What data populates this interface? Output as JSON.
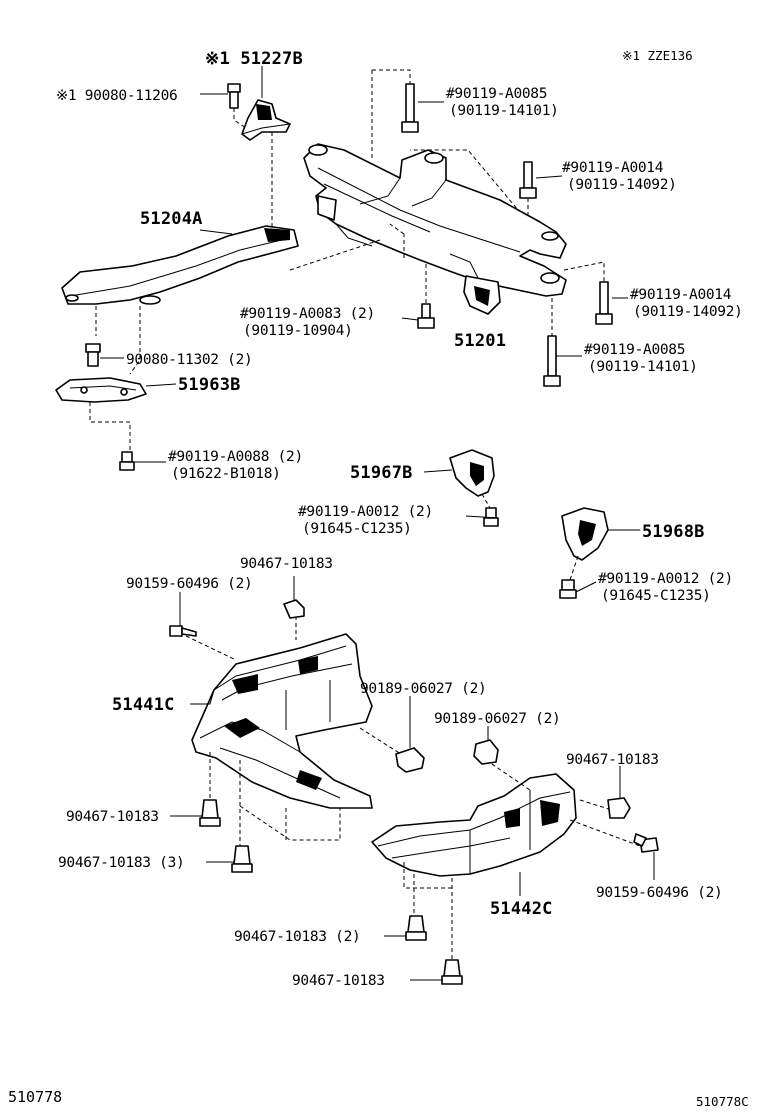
{
  "diagram": {
    "note_top_right": "※1 ZZE136",
    "labels": {
      "p51227B": "※1 51227B",
      "p90080_11206": "※1 90080-11206",
      "p90119_A0085_a": "#90119-A0085",
      "p90119_14101_a": "(90119-14101)",
      "p90119_A0014_a": "#90119-A0014",
      "p90119_14092_a": "(90119-14092)",
      "p51204A": "51204A",
      "p90119_A0014_b": "#90119-A0014",
      "p90119_14092_b": "(90119-14092)",
      "p90119_A0083": "#90119-A0083 (2)",
      "p90119_10904": "(90119-10904)",
      "p51201": "51201",
      "p90119_A0085_b": "#90119-A0085",
      "p90119_14101_b": "(90119-14101)",
      "p90080_11302": "90080-11302 (2)",
      "p51963B": "51963B",
      "p90119_A0088": "#90119-A0088 (2)",
      "p91622_B1018": "(91622-B1018)",
      "p51967B": "51967B",
      "p90119_A0012_a": "#90119-A0012 (2)",
      "p91645_C1235_a": "(91645-C1235)",
      "p51968B": "51968B",
      "p90119_A0012_b": "#90119-A0012 (2)",
      "p91645_C1235_b": "(91645-C1235)",
      "p90467_10183_a": "90467-10183",
      "p90159_60496_a": "90159-60496 (2)",
      "p51441C": "51441C",
      "p90189_06027_a": "90189-06027 (2)",
      "p90189_06027_b": "90189-06027 (2)",
      "p90467_10183_b": "90467-10183",
      "p90467_10183_c": "90467-10183",
      "p90467_10183_d": "90467-10183 (3)",
      "p90159_60496_b": "90159-60496 (2)",
      "p51442C": "51442C",
      "p90467_10183_e": "90467-10183 (2)",
      "p90467_10183_f": "90467-10183"
    },
    "footer_left": "510778",
    "footer_right": "510778C"
  }
}
